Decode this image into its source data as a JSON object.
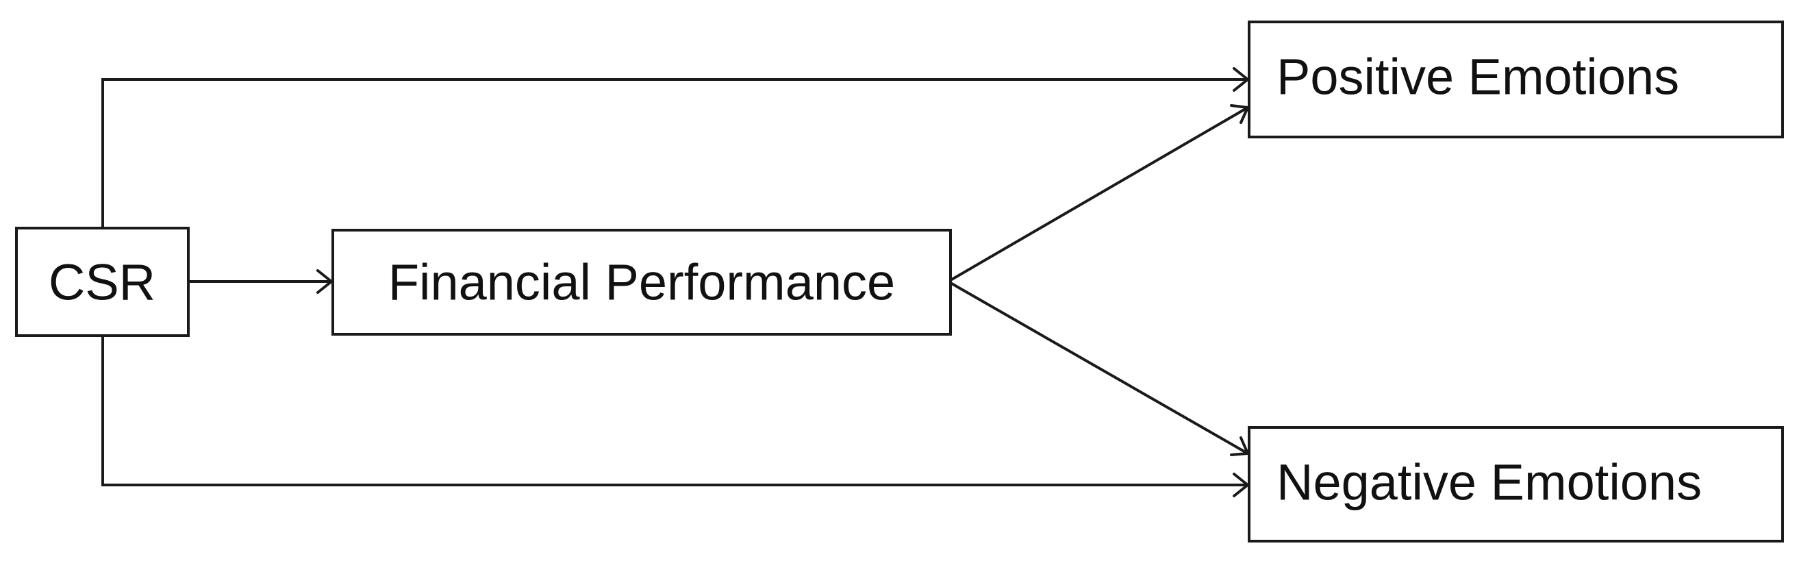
{
  "diagram": {
    "nodes": {
      "csr": {
        "label": "CSR"
      },
      "financial": {
        "label": "Financial Performance"
      },
      "positive": {
        "label": "Positive Emotions"
      },
      "negative": {
        "label": "Negative Emotions"
      }
    },
    "edges": [
      {
        "from": "csr",
        "to": "financial"
      },
      {
        "from": "csr",
        "to": "positive"
      },
      {
        "from": "csr",
        "to": "negative"
      },
      {
        "from": "financial",
        "to": "positive"
      },
      {
        "from": "financial",
        "to": "negative"
      }
    ],
    "colors": {
      "stroke": "#1a1a1a",
      "text": "#111111",
      "background": "#ffffff"
    }
  }
}
